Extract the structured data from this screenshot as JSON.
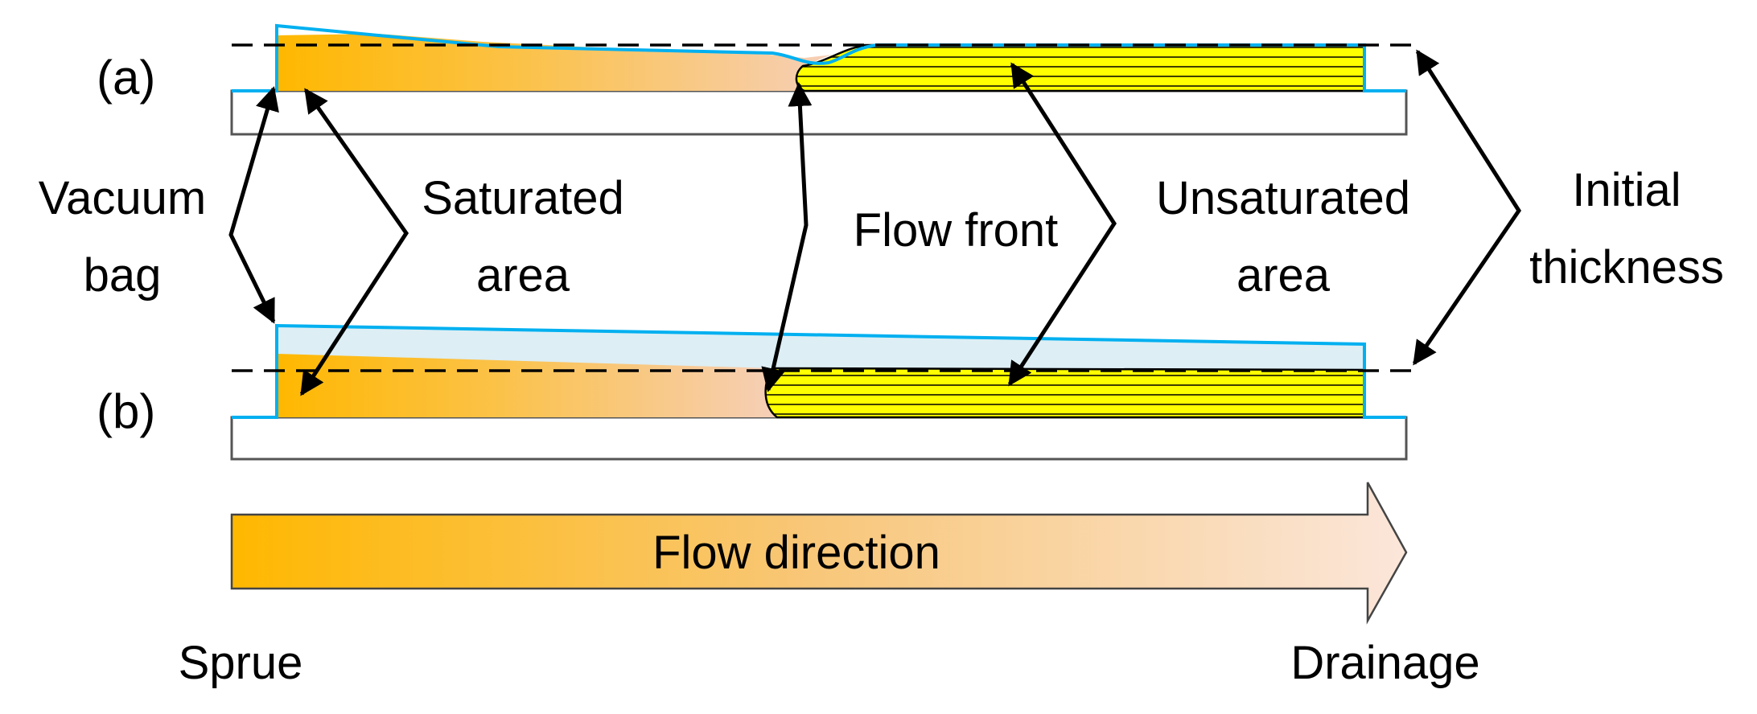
{
  "panels": {
    "a": "(a)",
    "b": "(b)"
  },
  "labels": {
    "vacuum_bag_1": "Vacuum",
    "vacuum_bag_2": "bag",
    "saturated_1": "Saturated",
    "saturated_2": "area",
    "flow_front": "Flow front",
    "unsaturated_1": "Unsaturated",
    "unsaturated_2": "area",
    "initial_thickness_1": "Initial",
    "initial_thickness_2": "thickness",
    "flow_direction": "Flow direction",
    "sprue": "Sprue",
    "drainage": "Drainage"
  },
  "colors": {
    "resin_orange": "#ffc000",
    "resin_light": "#f8cbad",
    "unsaturated_yellow": "#ffff00",
    "vacuum_bag_blue": "#00b0f0",
    "bag_fill": "#ddeef4",
    "outline": "#000000"
  }
}
